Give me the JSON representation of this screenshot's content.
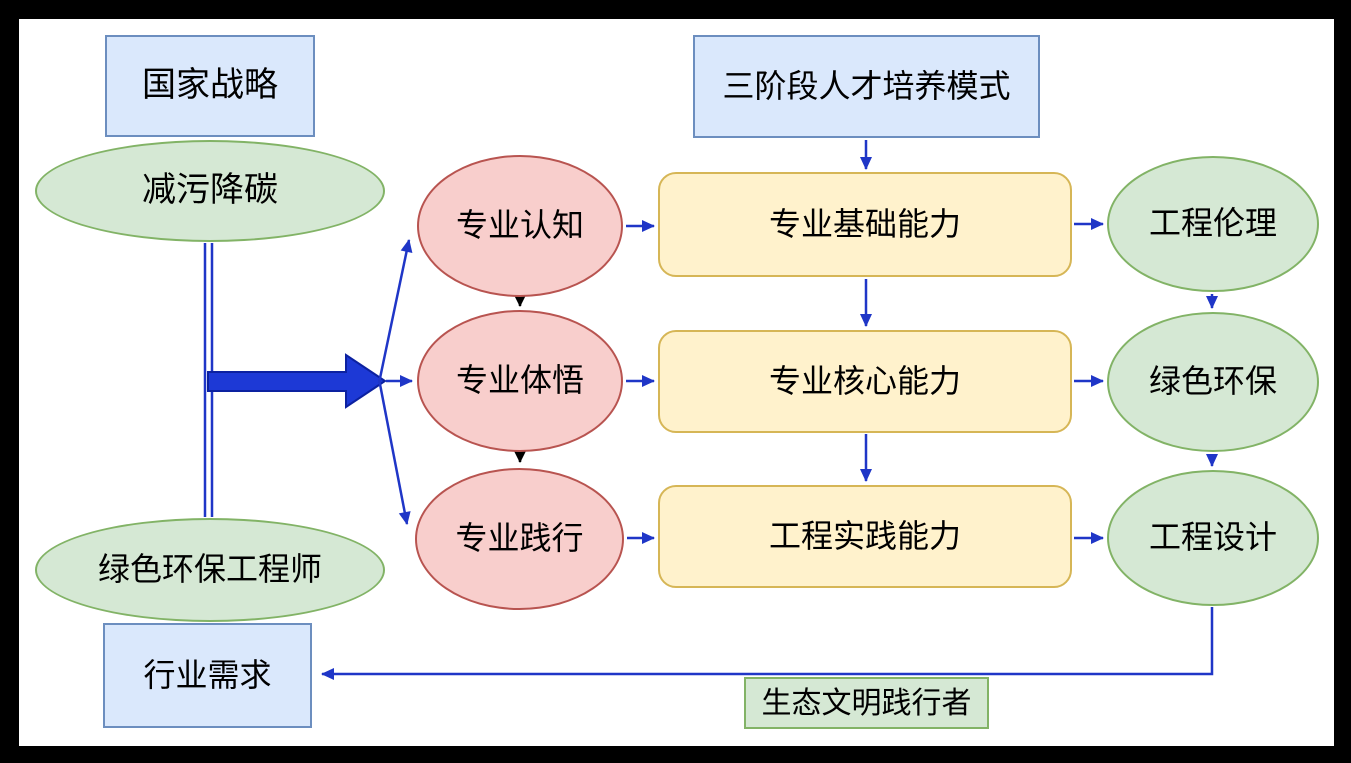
{
  "nodes": {
    "national_strategy": "国家战略",
    "reduce_pollution": "减污降碳",
    "green_engineer": "绿色环保工程师",
    "industry_demand": "行业需求",
    "three_stage_model": "三阶段人才培养模式",
    "cognition": "专业认知",
    "comprehension": "专业体悟",
    "practice": "专业践行",
    "basic_ability": "专业基础能力",
    "core_ability": "专业核心能力",
    "practice_ability": "工程实践能力",
    "ethics": "工程伦理",
    "green_env": "绿色环保",
    "design": "工程设计",
    "eco_practitioner": "生态文明践行者"
  },
  "edges": [
    {
      "from": "三阶段人才培养模式",
      "to": "专业基础能力",
      "color": "blue"
    },
    {
      "from": "减污降碳 / 绿色环保工程师",
      "to": "专业认知 / 专业体悟 / 专业践行",
      "color": "blue",
      "style": "thick-block-arrow"
    },
    {
      "from": "专业认知",
      "to": "专业体悟",
      "color": "black"
    },
    {
      "from": "专业体悟",
      "to": "专业践行",
      "color": "black"
    },
    {
      "from": "专业认知",
      "to": "专业基础能力",
      "color": "blue"
    },
    {
      "from": "专业体悟",
      "to": "专业核心能力",
      "color": "blue"
    },
    {
      "from": "专业践行",
      "to": "工程实践能力",
      "color": "blue"
    },
    {
      "from": "专业基础能力",
      "to": "专业核心能力",
      "color": "blue"
    },
    {
      "from": "专业核心能力",
      "to": "工程实践能力",
      "color": "blue"
    },
    {
      "from": "专业基础能力",
      "to": "工程伦理",
      "color": "blue"
    },
    {
      "from": "专业核心能力",
      "to": "绿色环保",
      "color": "blue"
    },
    {
      "from": "工程实践能力",
      "to": "工程设计",
      "color": "blue"
    },
    {
      "from": "工程伦理",
      "to": "绿色环保",
      "color": "blue"
    },
    {
      "from": "绿色环保",
      "to": "工程设计",
      "color": "blue"
    },
    {
      "from": "工程设计",
      "to": "行业需求",
      "color": "blue",
      "style": "elbow"
    },
    {
      "from": "减污降碳",
      "to": "绿色环保工程师",
      "color": "blue",
      "style": "double-line"
    }
  ],
  "colors": {
    "frame": "#000000",
    "canvas": "#ffffff",
    "node_blue_fill": "#dae8fc",
    "node_blue_border": "#6c8ebf",
    "node_green_fill": "#d5e8d4",
    "node_green_border": "#82b366",
    "node_red_fill": "#f8cecc",
    "node_red_border": "#b85450",
    "node_yellow_fill": "#fff2cc",
    "node_yellow_border": "#d6b656",
    "arrow_blue": "#1f36c7",
    "fat_arrow_fill": "#1d39d6",
    "fat_arrow_border": "#0c21a0",
    "arrow_black": "#000000"
  }
}
